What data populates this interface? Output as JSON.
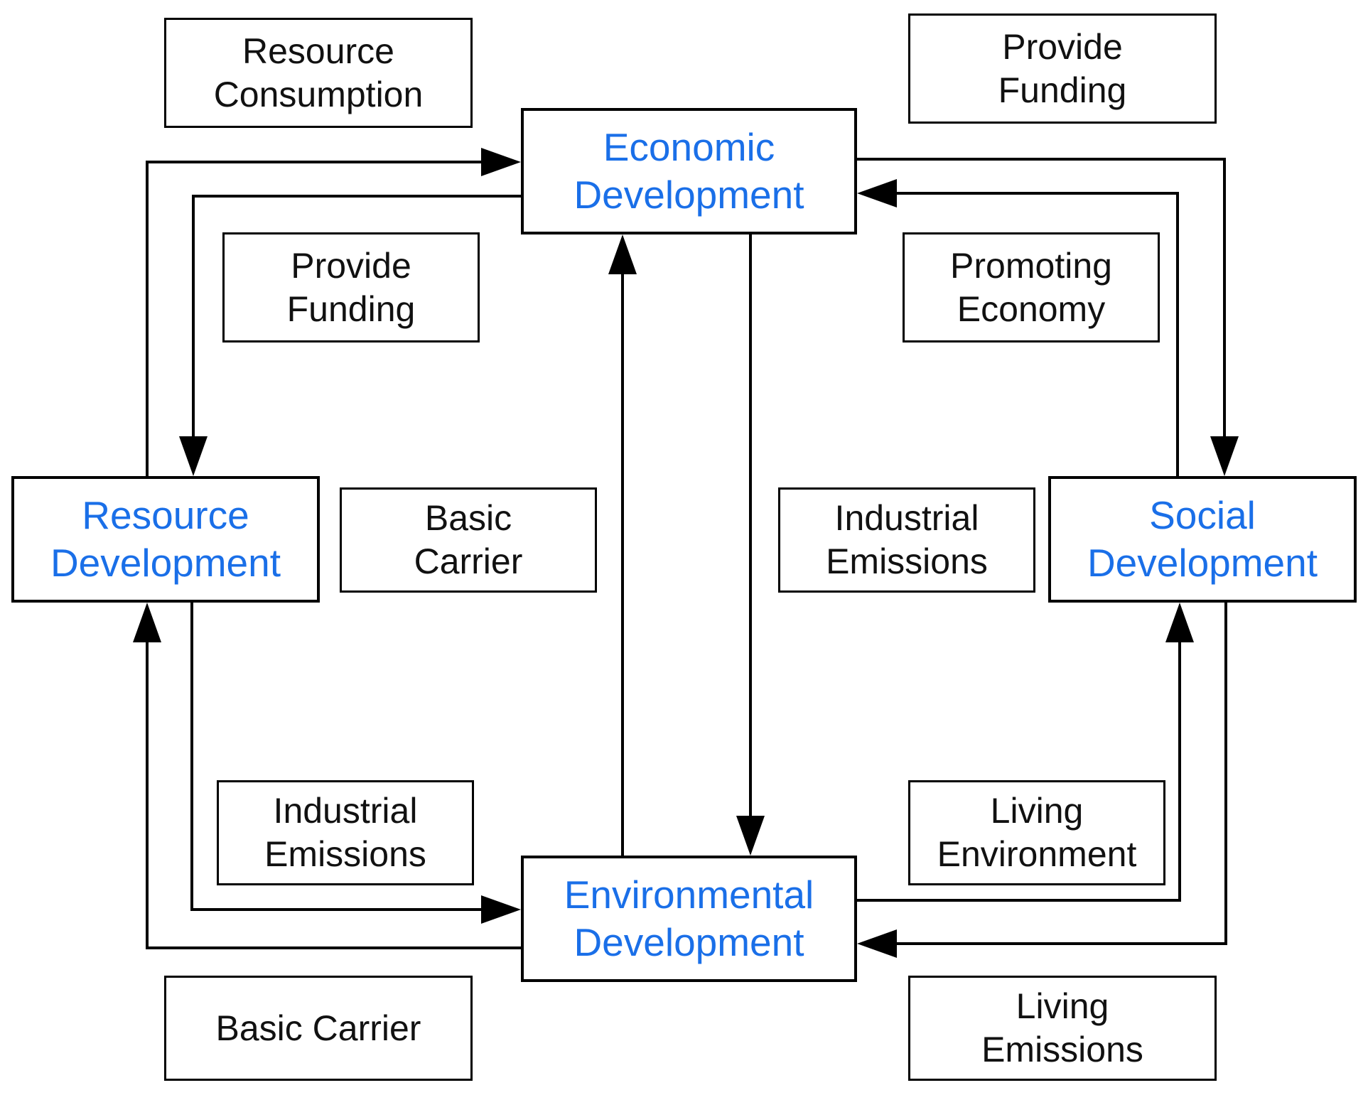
{
  "nodes": {
    "economic": [
      "Economic",
      "Development"
    ],
    "resource": [
      "Resource",
      "Development"
    ],
    "social": [
      "Social",
      "Development"
    ],
    "environmental": [
      "Environmental",
      "Development"
    ]
  },
  "labels": {
    "resource_consumption": [
      "Resource",
      "Consumption"
    ],
    "provide_funding_top": [
      "Provide",
      "Funding"
    ],
    "provide_funding_left": [
      "Provide",
      "Funding"
    ],
    "promoting_economy": [
      "Promoting",
      "Economy"
    ],
    "basic_carrier_mid": [
      "Basic",
      "Carrier"
    ],
    "industrial_emissions_mid": [
      "Industrial",
      "Emissions"
    ],
    "industrial_emissions_bottom": [
      "Industrial",
      "Emissions"
    ],
    "living_environment": [
      "Living",
      "Environment"
    ],
    "basic_carrier_bottom": [
      "Basic Carrier"
    ],
    "living_emissions": [
      "Living",
      "Emissions"
    ]
  },
  "colors": {
    "node_text": "#1a6fe8",
    "label_text": "#111111",
    "stroke": "#000000"
  }
}
